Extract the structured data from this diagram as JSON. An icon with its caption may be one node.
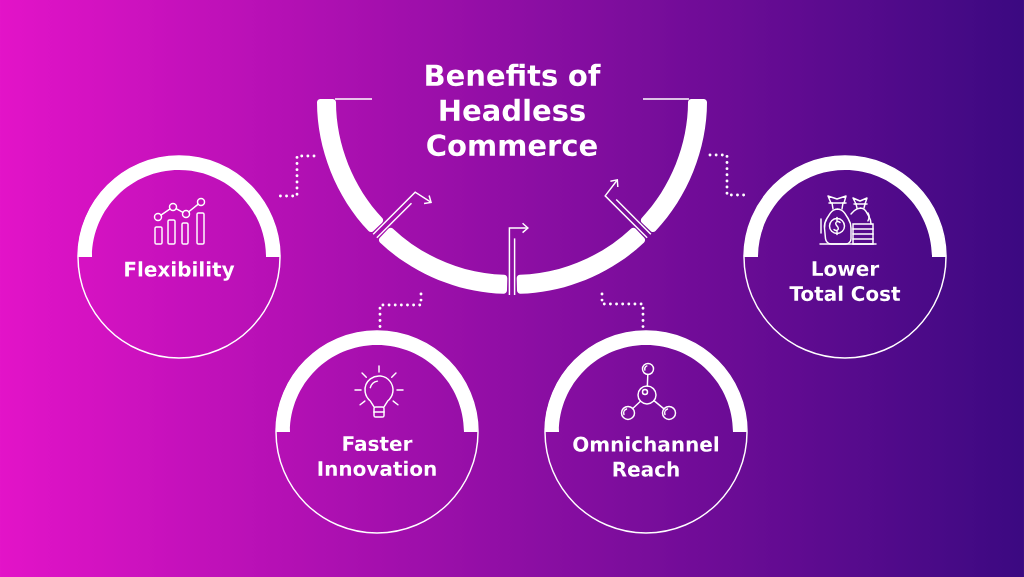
{
  "diagram": {
    "nodes": [
      {
        "text": [
          "Benefits of Headless Commerce"
        ]
      },
      {
        "text": [
          "Flexibility"
        ]
      },
      {
        "text": [
          "Faster Innovation"
        ]
      },
      {
        "text": [
          "Omnichannel Reach"
        ]
      },
      {
        "text": [
          "Lower Total Cost"
        ]
      }
    ],
    "edges": [
      {
        "from": 0,
        "to": 1,
        "arrow": "none",
        "style": "dashed"
      },
      {
        "from": 0,
        "to": 2,
        "arrow": "none",
        "style": "dashed"
      },
      {
        "from": 0,
        "to": 3,
        "arrow": "none",
        "style": "dashed"
      },
      {
        "from": 0,
        "to": 4,
        "arrow": "none",
        "style": "dashed"
      }
    ]
  }
}
